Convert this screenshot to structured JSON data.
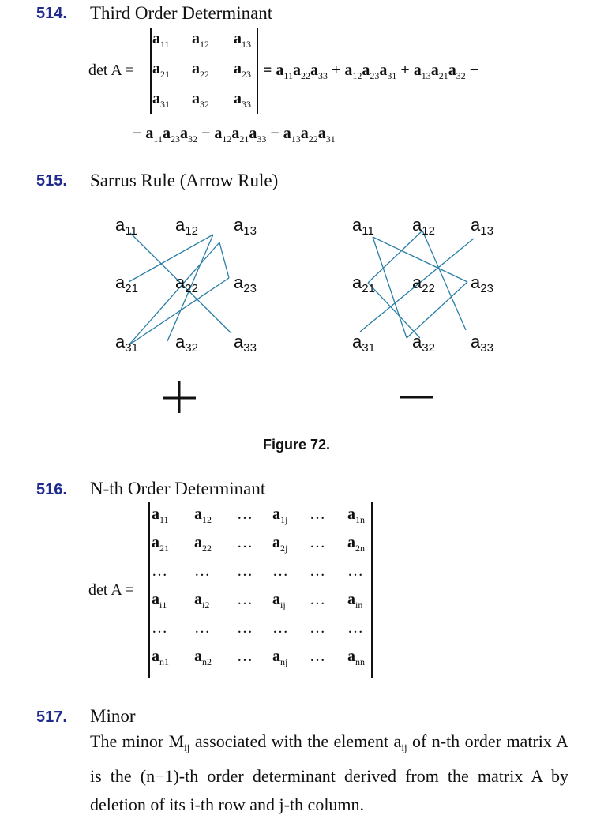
{
  "sections": [
    {
      "number": "514.",
      "title": "Third Order Determinant"
    },
    {
      "number": "515.",
      "title": "Sarrus Rule (Arrow Rule)"
    },
    {
      "number": "516.",
      "title": "N-th Order Determinant"
    },
    {
      "number": "517.",
      "title": "Minor"
    }
  ],
  "det_label": "det A =",
  "matrix3": [
    [
      "11",
      "12",
      "13"
    ],
    [
      "21",
      "22",
      "23"
    ],
    [
      "31",
      "32",
      "33"
    ]
  ],
  "figure": {
    "plus": "+",
    "minus": "−",
    "caption": "Figure 72."
  },
  "matrixN": [
    [
      "11",
      "12",
      "…",
      "1j",
      "…",
      "1n"
    ],
    [
      "21",
      "22",
      "…",
      "2j",
      "…",
      "2n"
    ],
    [
      "…",
      "…",
      "…",
      "…",
      "…",
      "…"
    ],
    [
      "i1",
      "i2",
      "…",
      "ij",
      "…",
      "in"
    ],
    [
      "…",
      "…",
      "…",
      "…",
      "…",
      "…"
    ],
    [
      "n1",
      "n2",
      "…",
      "nj",
      "…",
      "nn"
    ]
  ],
  "minor_text": {
    "p1": "The minor M",
    "sub_ij": "ij",
    "p2": " associated with the element a",
    "p3": " of n-th order matrix A is the (n−1)-th order determinant derived from the matrix A by deletion of its i-th row and j-th column."
  }
}
